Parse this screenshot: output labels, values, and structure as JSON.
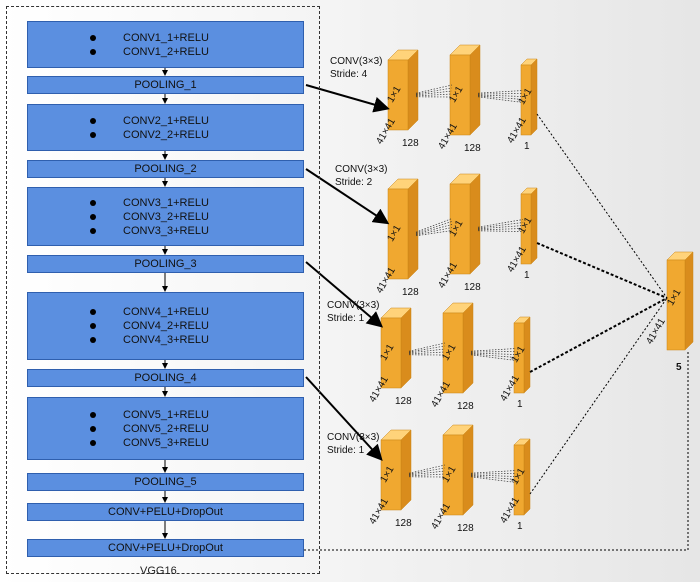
{
  "vgg": {
    "caption": "VGG16",
    "blocks": {
      "conv1": [
        "CONV1_1+RELU",
        "CONV1_2+RELU"
      ],
      "pool1": "POOLING_1",
      "conv2": [
        "CONV2_1+RELU",
        "CONV2_2+RELU"
      ],
      "pool2": "POOLING_2",
      "conv3": [
        "CONV3_1+RELU",
        "CONV3_2+RELU",
        "CONV3_3+RELU"
      ],
      "pool3": "POOLING_3",
      "conv4": [
        "CONV4_1+RELU",
        "CONV4_2+RELU",
        "CONV4_3+RELU"
      ],
      "pool4": "POOLING_4",
      "conv5": [
        "CONV5_1+RELU",
        "CONV5_2+RELU",
        "CONV5_3+RELU"
      ],
      "pool5": "POOLING_5",
      "fc1": "CONV+PELU+DropOut",
      "fc2": "CONV+PELU+DropOut"
    }
  },
  "branches": [
    {
      "conv": "CONV(3×3)",
      "stride": "Stride:  4",
      "dim": "41×41",
      "kernel": "1×1",
      "c1": "128",
      "c2": "128",
      "c3": "1"
    },
    {
      "conv": "CONV(3×3)",
      "stride": "Stride:  2",
      "dim": "41×41",
      "kernel": "1×1",
      "c1": "128",
      "c2": "128",
      "c3": "1"
    },
    {
      "conv": "CONV(3×3)",
      "stride": "Stride:  1",
      "dim": "41×41",
      "kernel": "1×1",
      "c1": "128",
      "c2": "128",
      "c3": "1"
    },
    {
      "conv": "CONV(3×3)",
      "stride": "Stride:  1",
      "dim": "41×41",
      "kernel": "1×1",
      "c1": "128",
      "c2": "128",
      "c3": "1"
    }
  ],
  "output": {
    "dim": "41×41",
    "kernel": "1×1",
    "channels": "5"
  },
  "colors": {
    "block": "#5b8fe0",
    "block_border": "#2f5fae",
    "slab_front": "#f0a830",
    "slab_side": "#d98c1c",
    "slab_top": "#ffd37a"
  }
}
